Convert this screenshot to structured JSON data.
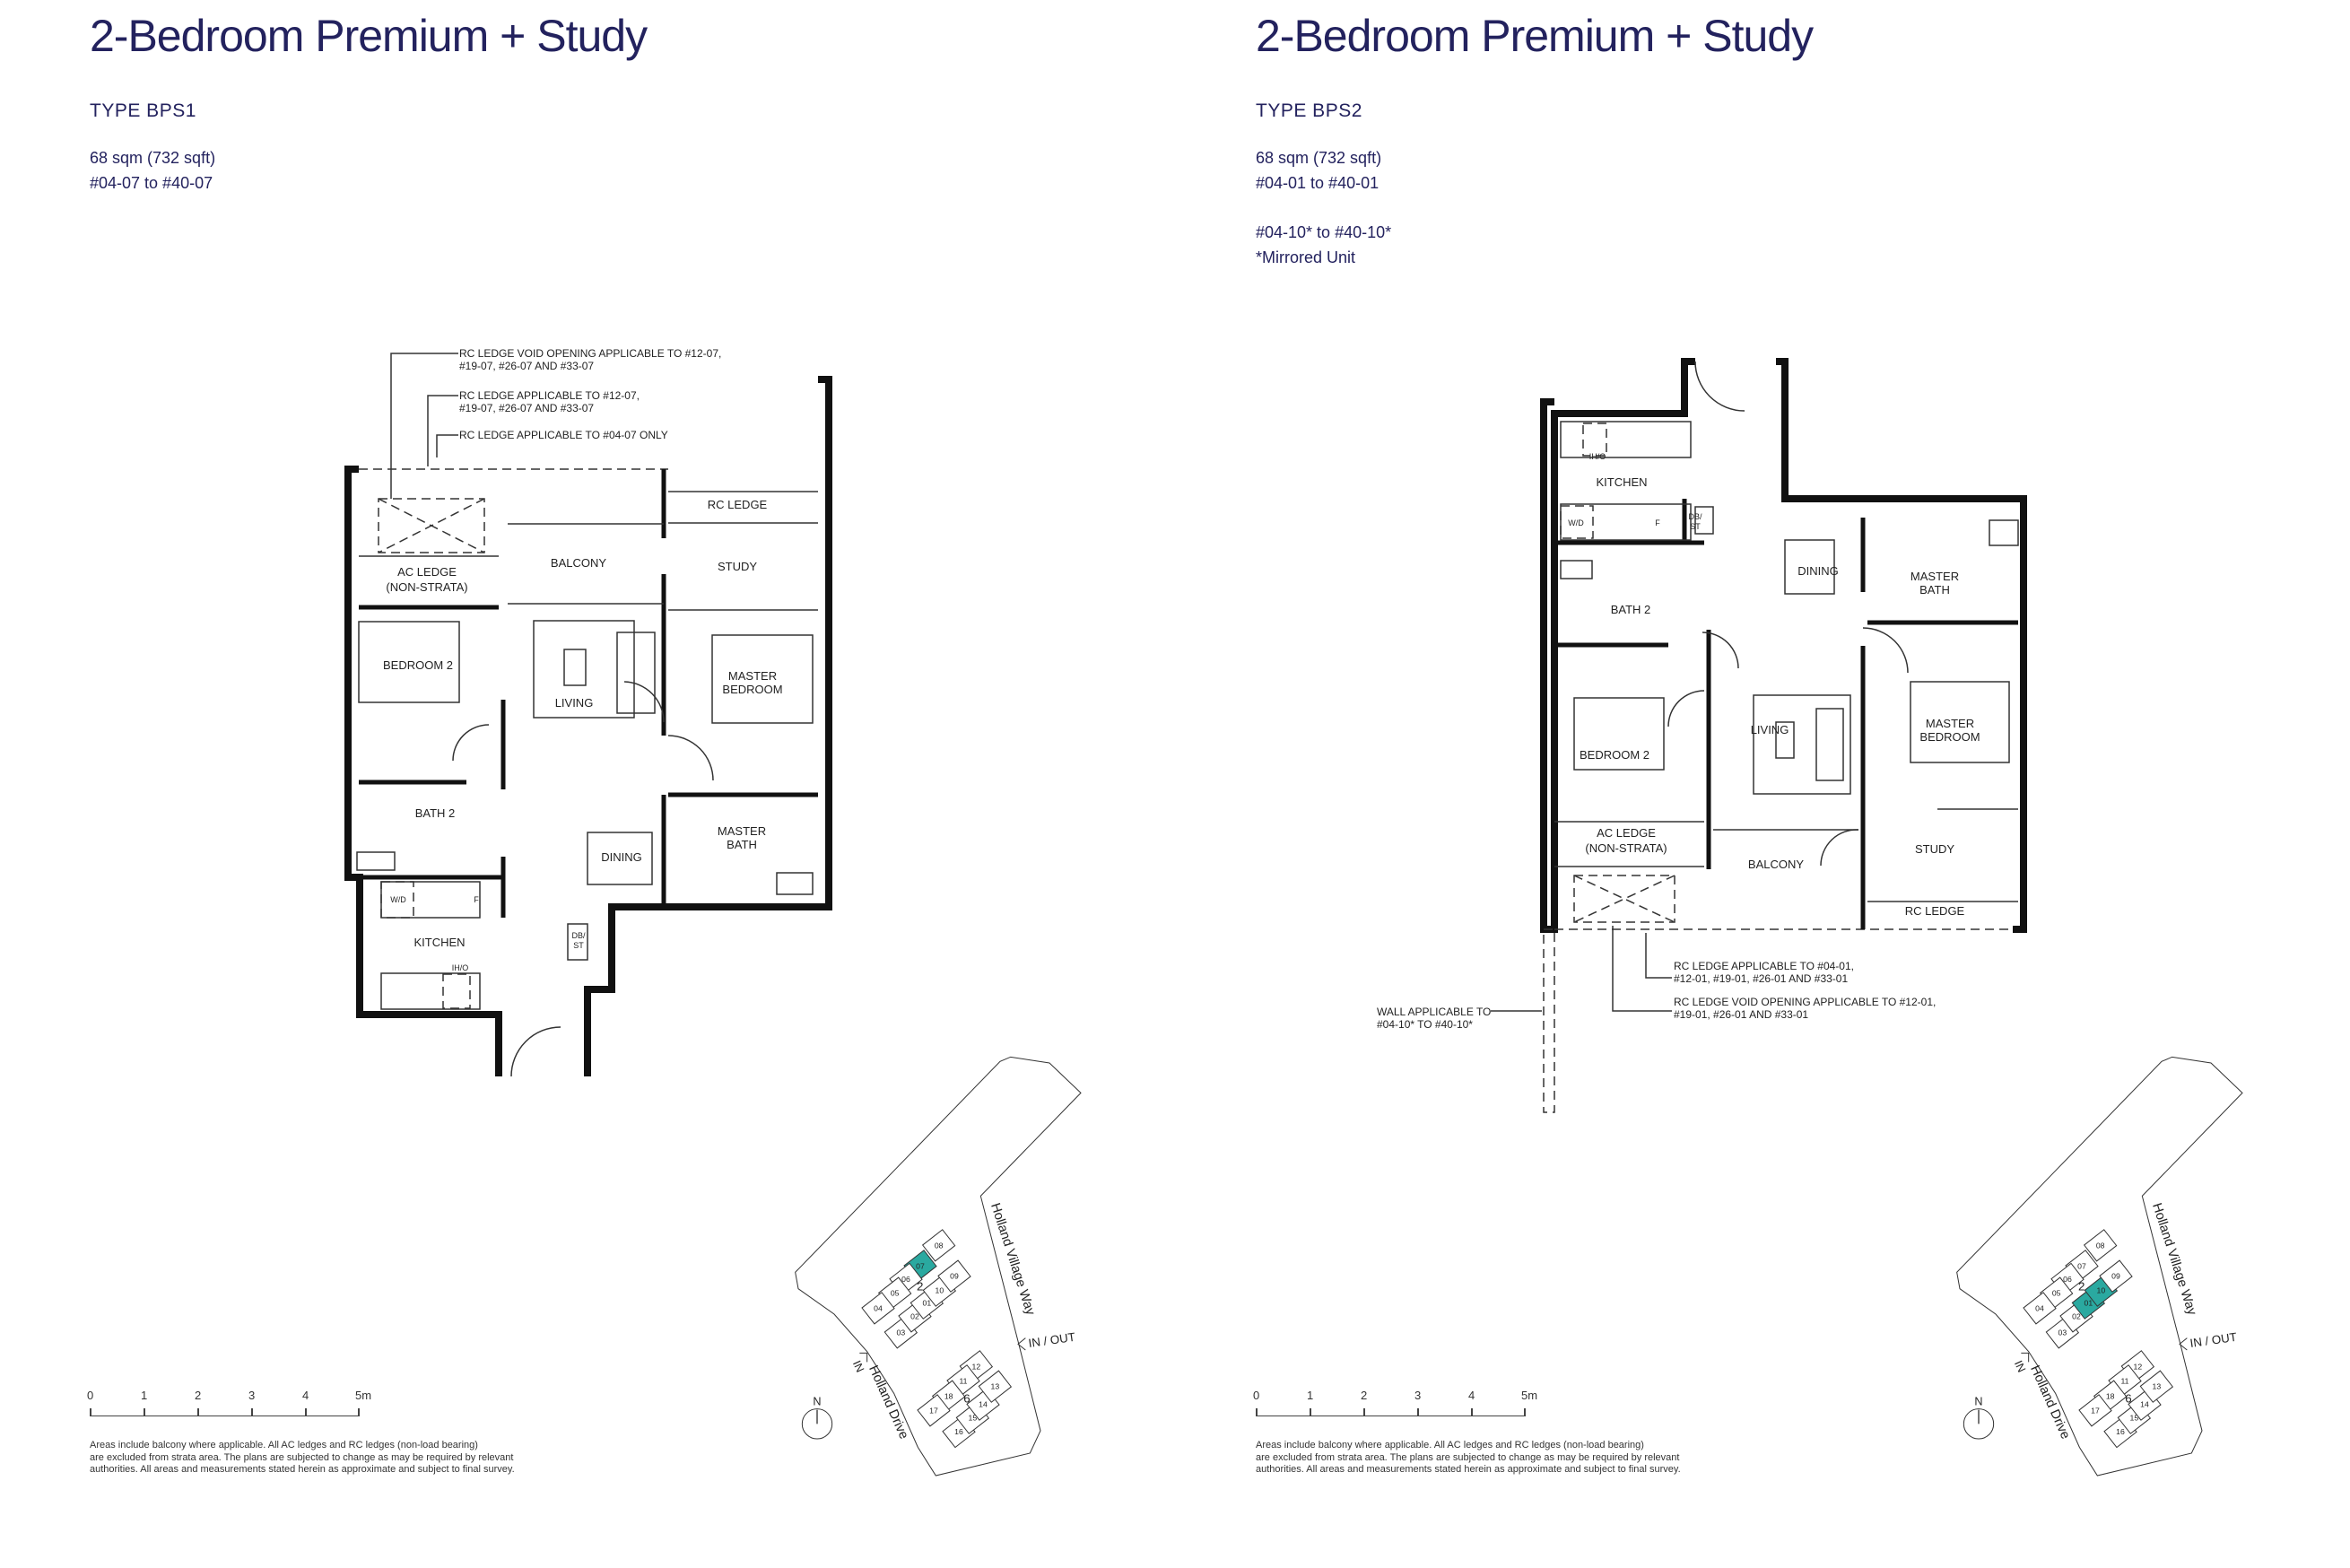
{
  "colors": {
    "heading": "#23225e",
    "highlight": "#2aa9a0"
  },
  "plans": [
    {
      "title": "2-Bedroom Premium + Study",
      "type": "TYPE BPS1",
      "area": "68 sqm (732 sqft)",
      "units": "#04-07 to #40-07",
      "rooms": {
        "rc_ledge": "RC LEDGE",
        "balcony": "BALCONY",
        "study": "STUDY",
        "ac_ledge_1": "AC LEDGE",
        "ac_ledge_2": "(NON-STRATA)",
        "bedroom2": "BEDROOM 2",
        "living": "LIVING",
        "master_bedroom_1": "MASTER",
        "master_bedroom_2": "BEDROOM",
        "bath2": "BATH 2",
        "dining": "DINING",
        "master_bath_1": "MASTER",
        "master_bath_2": "BATH",
        "kitchen": "KITCHEN",
        "dbst_1": "DB/",
        "dbst_2": "ST",
        "wd": "W/D",
        "fridge": "F",
        "iho": "IH/O"
      },
      "notes": [
        [
          "RC LEDGE VOID OPENING APPLICABLE TO #12-07,",
          "#19-07, #26-07 AND #33-07"
        ],
        [
          "RC LEDGE APPLICABLE TO #12-07,",
          "#19-07, #26-07 AND #33-07"
        ],
        [
          "RC LEDGE APPLICABLE TO #04-07 ONLY"
        ]
      ]
    },
    {
      "title": "2-Bedroom Premium + Study",
      "type": "TYPE BPS2",
      "area": "68 sqm (732 sqft)",
      "units": "#04-01 to #40-01",
      "mirrored_units": "#04-10* to #40-10*",
      "mirrored_note": "*Mirrored Unit",
      "rooms": {
        "kitchen": "KITCHEN",
        "wd": "W/D",
        "fridge": "F",
        "dbst_1": "DB/",
        "dbst_2": "ST",
        "iho": "IH/O",
        "dining": "DINING",
        "master_bath_1": "MASTER",
        "master_bath_2": "BATH",
        "bath2": "BATH 2",
        "living": "LIVING",
        "bedroom2": "BEDROOM 2",
        "master_bedroom_1": "MASTER",
        "master_bedroom_2": "BEDROOM",
        "ac_ledge_1": "AC LEDGE",
        "ac_ledge_2": "(NON-STRATA)",
        "balcony": "BALCONY",
        "study": "STUDY",
        "rc_ledge": "RC LEDGE"
      },
      "notes": [
        [
          "RC LEDGE APPLICABLE TO #04-01,",
          "#12-01, #19-01, #26-01 AND #33-01"
        ],
        [
          "RC LEDGE VOID OPENING APPLICABLE TO #12-01,",
          "#19-01, #26-01 AND #33-01"
        ],
        [
          "WALL APPLICABLE TO",
          "#04-10* TO #40-10*"
        ]
      ]
    }
  ],
  "scale": {
    "labels": [
      "0",
      "1",
      "2",
      "3",
      "4",
      "5m"
    ]
  },
  "disclaimer": [
    "Areas include balcony where applicable. All AC ledges and RC ledges (non-load bearing)",
    "are excluded from strata area. The plans are subjected to change as may be required by relevant",
    "authorities. All areas and measurements stated herein as approximate and subject to final survey."
  ],
  "site": {
    "block_a": "2",
    "block_b": "6",
    "units_a": [
      "08",
      "07",
      "06",
      "05",
      "04",
      "03",
      "02",
      "01",
      "10",
      "09"
    ],
    "units_b": [
      "12",
      "11",
      "18",
      "17",
      "16",
      "15",
      "14",
      "13"
    ],
    "road_east": "Holland Village Way",
    "road_west": "Holland Drive",
    "entry_east": "IN / OUT",
    "entry_west": "IN",
    "north": "N",
    "highlight_left": [
      "07"
    ],
    "highlight_right": [
      "01",
      "10"
    ]
  }
}
